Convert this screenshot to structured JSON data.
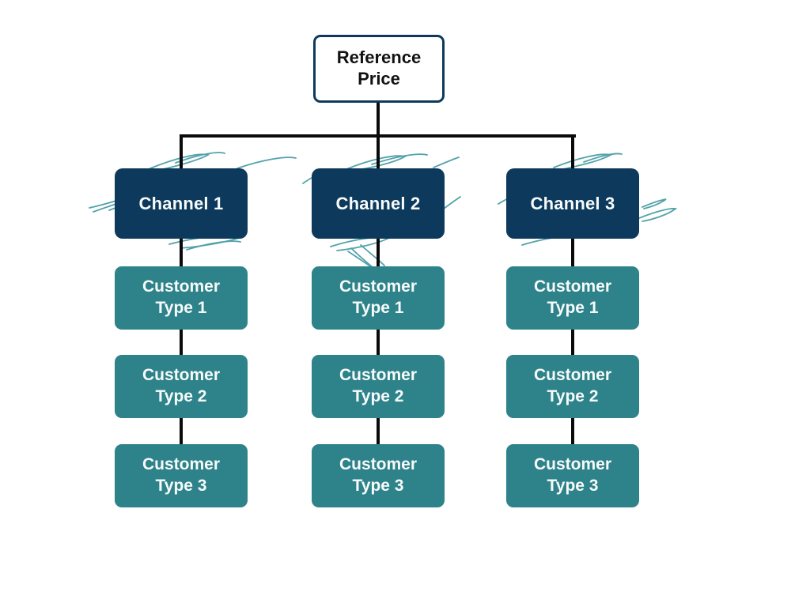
{
  "diagram": {
    "root": {
      "label": "Reference Price"
    },
    "columns": [
      {
        "channel": "Channel 1",
        "customers": [
          "Customer Type 1",
          "Customer Type 2",
          "Customer Type 3"
        ]
      },
      {
        "channel": "Channel 2",
        "customers": [
          "Customer Type 1",
          "Customer Type 2",
          "Customer Type 3"
        ]
      },
      {
        "channel": "Channel 3",
        "customers": [
          "Customer Type 1",
          "Customer Type 2",
          "Customer Type 3"
        ]
      }
    ]
  },
  "colors": {
    "navy": "#0d3a5c",
    "teal": "#2e8289",
    "scribble": "#3f99a1",
    "connector": "#0a0a0a",
    "root-text": "#121212",
    "box-text": "#f7fbfb",
    "bg": "#ffffff"
  }
}
